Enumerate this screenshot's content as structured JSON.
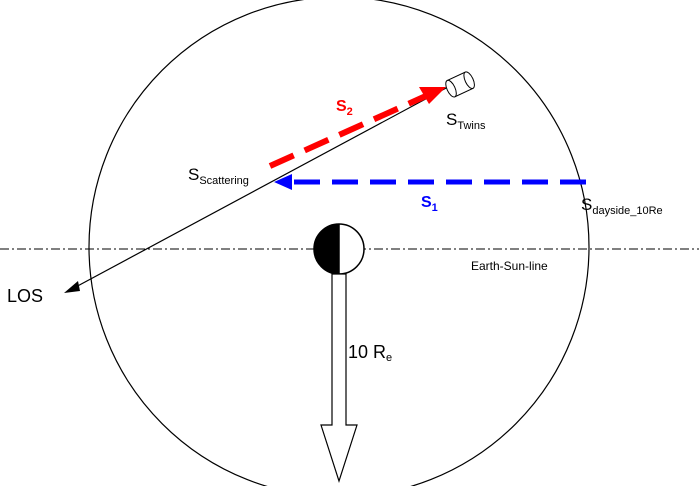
{
  "labels": {
    "los": "LOS",
    "s_main": "S",
    "s_twins_sub": "Twins",
    "s_scattering_sub": "Scattering",
    "s_dayside_sub": "dayside_10Re",
    "s2_main": "S",
    "s2_sub": "2",
    "s1_main": "S",
    "s1_sub": "1",
    "earth_sun_line": "Earth-Sun-line",
    "radius_main": "10 R",
    "radius_sub": "e"
  },
  "colors": {
    "s2_path": "#ff0000",
    "s1_path": "#0000ff",
    "earth_night": "#000000",
    "earth_day": "#ffffff",
    "outline": "#000000"
  },
  "icons": {
    "satellite": "cylinder-icon",
    "earth": "half-shaded-circle-icon"
  }
}
